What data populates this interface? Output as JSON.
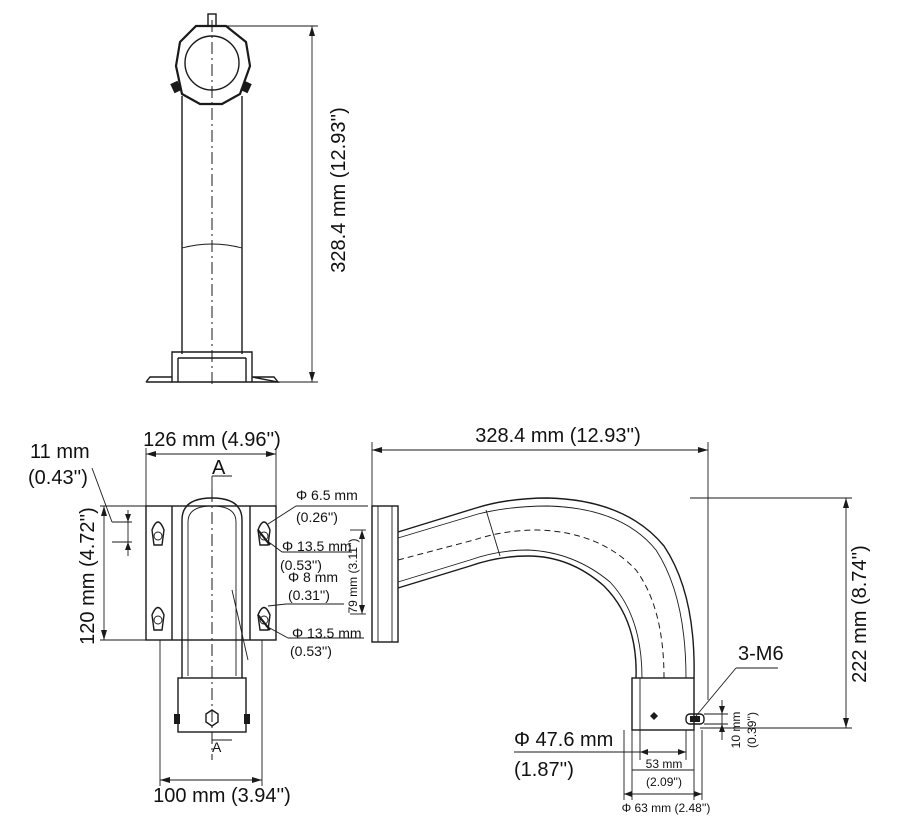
{
  "labels": {
    "top_height": "328.4 mm (12.93'')",
    "front_width": "126 mm (4.96'')",
    "section_a_top": "A",
    "section_a_bottom": "A",
    "hole_11_mm": "11 mm",
    "hole_11_in": "(0.43'')",
    "front_height": "120 mm (4.72'')",
    "bottom_width": "100 mm (3.94'')",
    "phi65_mm": "Φ 6.5 mm",
    "phi65_in": "(0.26'')",
    "phi135a_mm": "Φ 13.5 mm",
    "phi135a_in": "(0.53'')",
    "phi8_mm": "Φ 8 mm",
    "phi8_in": "(0.31'')",
    "phi135b_mm": "Φ 13.5 mm",
    "phi135b_in": "(0.53'')",
    "side_79": "79 mm (3.11'')",
    "side_length": "328.4 mm (12.93'')",
    "side_height": "222 mm (8.74'')",
    "thread": "3-M6",
    "side_10_mm": "10 mm",
    "side_10_in": "(0.39'')",
    "phi476_mm": "Φ 47.6 mm",
    "phi476_in": "(1.87'')",
    "d53_mm": "53 mm",
    "d53_in": "(2.09'')",
    "phi63": "Φ 63 mm (2.48'')"
  }
}
